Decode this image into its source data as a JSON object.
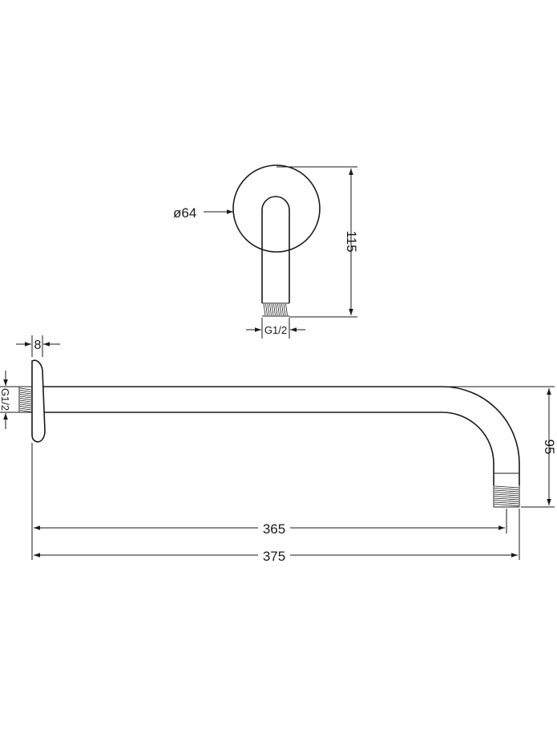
{
  "dimensions": {
    "flange_diameter": "ø64",
    "front_height": "115",
    "front_thread": "G1/2",
    "flange_thickness": "8",
    "side_thread": "G1/2",
    "drop_height": "95",
    "arm_length_inner": "365",
    "arm_length_total": "375"
  }
}
